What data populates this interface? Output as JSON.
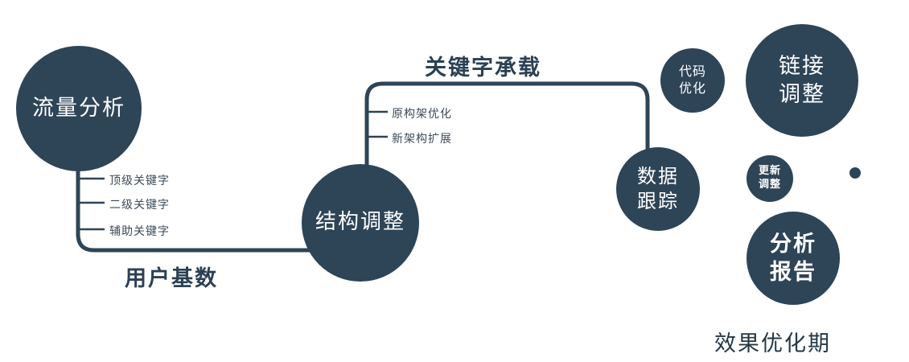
{
  "colors": {
    "primary": "#2e4457",
    "node_text": "#ffffff",
    "edge_label": "#2b4053",
    "tick_label": "#3c4a58"
  },
  "nodes": {
    "traffic": {
      "label": "流量分析"
    },
    "structure": {
      "label": "结构调整"
    },
    "data_tracking": {
      "line1": "数据",
      "line2": "跟踪"
    },
    "code_optimization": {
      "line1": "代码",
      "line2": "优化"
    },
    "link_adjustment": {
      "line1": "链接",
      "line2": "调整"
    },
    "update_adjustment": {
      "line1": "更新",
      "line2": "调整"
    },
    "analysis_report": {
      "line1": "分析",
      "line2": "报告"
    }
  },
  "edge_labels": {
    "user_base": "用户基数",
    "keyword_carrying": "关键字承载"
  },
  "branch_labels_left": [
    "顶级关键字",
    "二级关键字",
    "辅助关键字"
  ],
  "branch_labels_middle": [
    "原构架优化",
    "新架构扩展"
  ],
  "footer_label": "效果优化期"
}
